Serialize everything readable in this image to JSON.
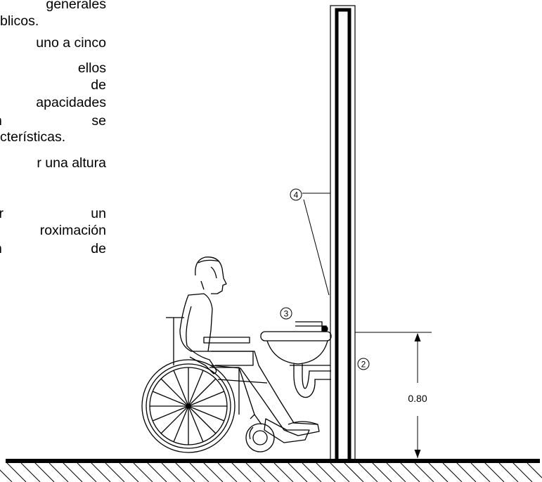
{
  "text_fragments": [
    "generales",
    "blicos.",
    "uno a cinco",
    "de ellos",
    "entos de",
    "apacidades",
    "racción se",
    "cterísticas.",
    "r una altura",
    "permitir un",
    "roximación",
    "rucción de"
  ],
  "callouts": {
    "c4": "4",
    "c3": "3",
    "c2": "2"
  },
  "dimension": {
    "height_label": "0.80"
  }
}
